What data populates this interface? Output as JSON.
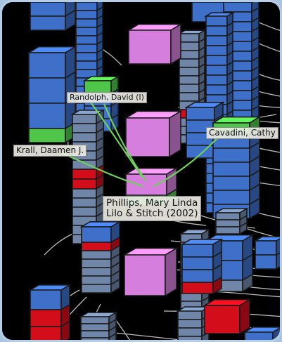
{
  "colors": {
    "background": "#000000",
    "blue_block": "#3e6fc9",
    "grey_block": "#6f86a8",
    "red_block": "#d40d1a",
    "green_block": "#4fc64a",
    "pink_block": "#d67ede",
    "edge_line": "#dcdcdc",
    "highlight_edge": "#6fd05c"
  },
  "labels": {
    "randolph": "Randolph, David (I)",
    "cavadini": "Cavadini, Cathy",
    "krall": "Krall, Daamen J.",
    "focus_name": "Phillips, Mary Linda",
    "focus_title": "Lilo & Stitch (2002)"
  }
}
